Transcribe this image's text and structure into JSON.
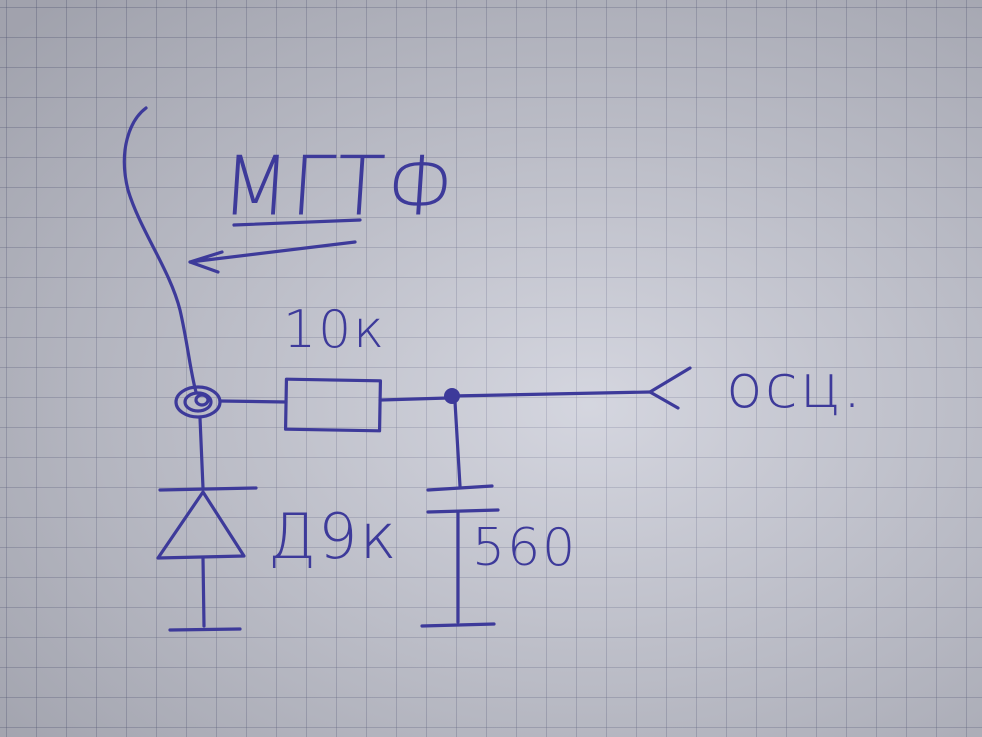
{
  "schematic": {
    "microphone": {
      "label": "МГТФ"
    },
    "resistor": {
      "label": "10к"
    },
    "oscilloscope": {
      "label": "осц."
    },
    "diode": {
      "label": "Д9к"
    },
    "capacitor": {
      "label": "560"
    }
  },
  "colors": {
    "ink": "#3d3a9a",
    "paper": "#c4c6d3",
    "grid": "#5a5f82"
  }
}
